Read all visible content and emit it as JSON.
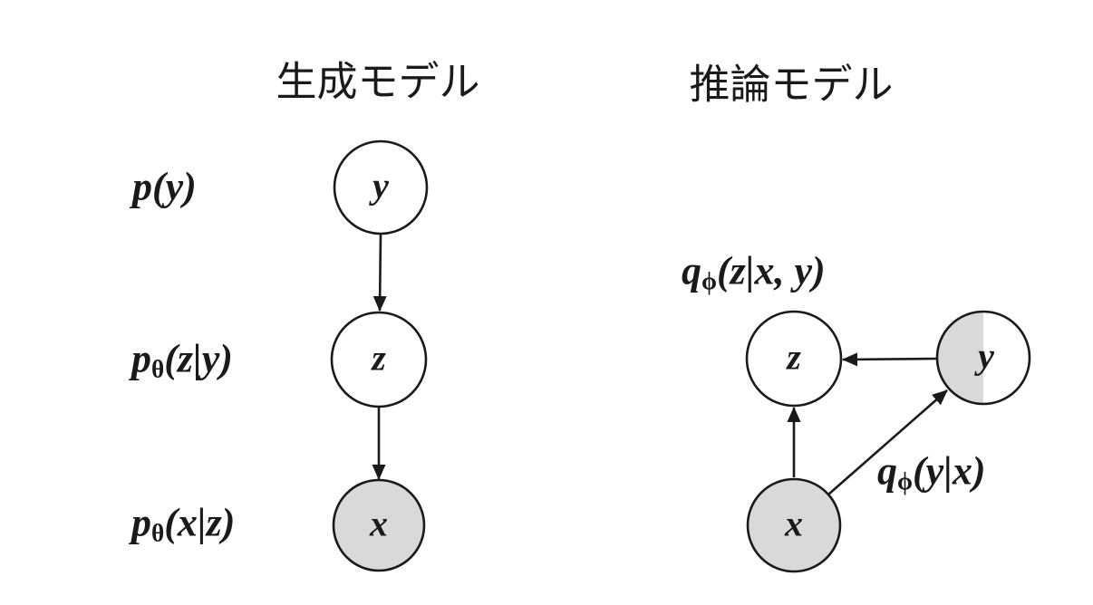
{
  "page": {
    "background": "#ffffff"
  },
  "colors": {
    "stroke": "#1a1a1a",
    "observed_node_fill": "#d9d9d9",
    "latent_node_fill": "#ffffff"
  },
  "generative_model": {
    "title": "生成モデル",
    "equations": [
      {
        "base": "p",
        "sub": "",
        "rest": "(y)"
      },
      {
        "base": "p",
        "sub": "θ",
        "rest": "(z|y)"
      },
      {
        "base": "p",
        "sub": "θ",
        "rest": "(x|z)"
      }
    ],
    "nodes": [
      {
        "label": "y",
        "shading": "none"
      },
      {
        "label": "z",
        "shading": "none"
      },
      {
        "label": "x",
        "shading": "full"
      }
    ],
    "edges": [
      "y → z",
      "z → x"
    ]
  },
  "inference_model": {
    "title": "推論モデル",
    "equations": [
      {
        "base": "q",
        "sub": "ϕ",
        "rest": "(z|x, y)"
      },
      {
        "base": "q",
        "sub": "ϕ",
        "rest": "(y|x)"
      }
    ],
    "nodes": [
      {
        "label": "z",
        "shading": "none"
      },
      {
        "label": "y",
        "shading": "half"
      },
      {
        "label": "x",
        "shading": "full"
      }
    ],
    "edges": [
      "y → z",
      "x → z",
      "x → y"
    ]
  }
}
